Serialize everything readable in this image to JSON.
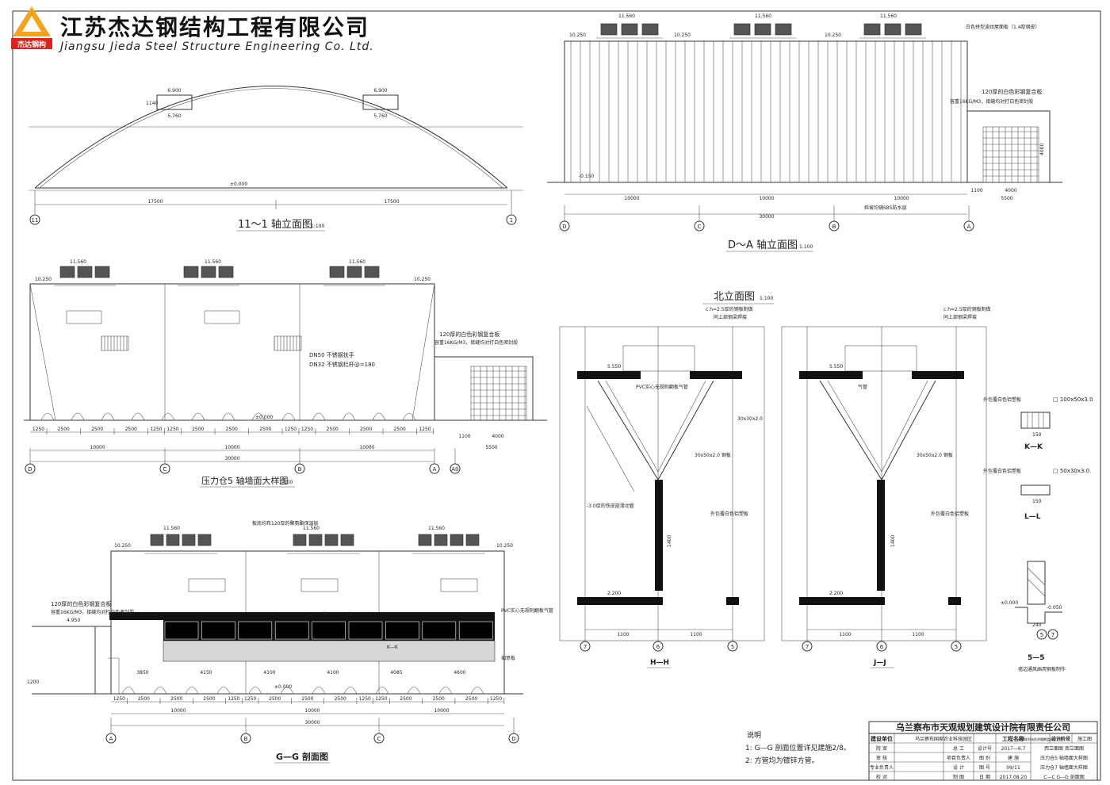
{
  "company": {
    "name_cn": "江苏杰达钢结构工程有限公司",
    "name_en": "Jiangsu Jieda Steel Structure Engineering Co. Ltd.",
    "logo_text": "杰达钢构"
  },
  "views": {
    "v1": {
      "title": "11～1 轴立面图",
      "scale": "1:100",
      "axis_left": "11",
      "axis_right": "1",
      "dims": [
        "17500",
        "17500"
      ],
      "elev": "±0.000",
      "win_top": "6.900",
      "win_bot": "5.760",
      "win_h": "1140"
    },
    "v2": {
      "title": "D～A 轴立面图",
      "scale": "1:100",
      "axes": [
        "D",
        "C",
        "B",
        "A"
      ],
      "dims": [
        "10000",
        "10000",
        "10000"
      ],
      "total": "30000",
      "elev_top": "11.560",
      "elev_mid": "10.250",
      "elev_low": "-0.150",
      "note1": "120厚的白色彩钢复合板",
      "note2": "容重16KG/M3，接缝均对打白色密封胶",
      "note3": "白色拼型波纹屋面板（1.4厚钢皮）",
      "note4": "斜坡均铺SBS防水层",
      "side": [
        "1100",
        "4000",
        "5500"
      ],
      "h4000": "4000"
    },
    "v3": {
      "title": "压力仓5 轴墙面大样图",
      "scale": "1:100",
      "axes": [
        "D",
        "C",
        "B",
        "A",
        "A0"
      ],
      "dims": [
        "10000",
        "10000",
        "10000"
      ],
      "total": "30000",
      "side": [
        "1100",
        "4000",
        "5500"
      ],
      "elev_top": "11.560",
      "elev_mid": "10.250",
      "elev_zero": "±0.000",
      "pipe1": "DN50 不锈钢扶手",
      "pipe2": "DN32 不锈钢栏杆@=180",
      "note1": "120厚的白色彩钢复合板",
      "note2": "容重16KG/M3，接缝均对打白色密封胶",
      "sub": [
        "1250",
        "2500",
        "2500",
        "2500",
        "1250"
      ]
    },
    "v4": {
      "title": "G—G 剖面图",
      "axes": [
        "A",
        "B",
        "C",
        "D"
      ],
      "dims": [
        "10000",
        "10000",
        "10000"
      ],
      "total": "30000",
      "elev_top": "11.560",
      "elev_mid": "10.250",
      "elev_zero": "±0.000",
      "note1": "120厚的白色彩钢复合板",
      "note2": "容重16KG/M3，接缝均对打白色密封胶",
      "note3": "板底均布120厚的聚氨酯保温层",
      "note4": "PVC实心无规则翻板气管",
      "note5": "如意板",
      "bay": [
        "3850",
        "4150",
        "4100",
        "4100",
        "4085",
        "4600"
      ],
      "lbl_M": "M",
      "lbl_J": "JI",
      "lbl_K": "K—K",
      "low": "1200",
      "elev_l": "4.950"
    },
    "hh": {
      "title": "H—H",
      "axes": [
        "7",
        "6",
        "5"
      ],
      "dims": [
        "1100",
        "1100"
      ],
      "note1": "c.h=2.5厚的钢板制做",
      "note2": "同上部钢梁焊接",
      "note3": "PVC实心无规则翻板气管",
      "note4": "30x30x2.0",
      "note5": "30x50x2.0 钢板",
      "note6": "-3.0厚的铁皮旋滑动管",
      "note7": "外包覆白色铝塑板",
      "elev": "2.200",
      "elev2": "5.550",
      "d1": "1400"
    },
    "jj": {
      "title": "J—J",
      "axes": [
        "7",
        "6",
        "5"
      ],
      "dims": [
        "1100",
        "1100"
      ],
      "note1": "c.h=2.5厚的钢板制做",
      "note2": "同上部钢梁焊接",
      "note3": "气管",
      "note4": "30x50x2.0 钢板",
      "note5": "外包覆白色铝塑板",
      "elev": "2.200",
      "elev2": "5.550",
      "d1": "1400"
    },
    "north": {
      "title": "北立面图",
      "scale": "1:100"
    },
    "kk": {
      "title": "K—K",
      "note": "外包覆白色铝塑板",
      "spec": "□ 100x50x3.0",
      "w": "150"
    },
    "ll": {
      "title": "L—L",
      "note": "外包覆白色铝塑板",
      "spec": "□ 50x30x3.0",
      "w": "150"
    },
    "s55": {
      "title": "5—5",
      "sub": "墙边通风画用钢板制作",
      "elev1": "±0.000",
      "elev2": "-0.050",
      "w": "240",
      "axes": [
        "5",
        "7"
      ]
    }
  },
  "notes": {
    "heading": "说明",
    "lines": [
      "1: G—G 剖面位置详见建施2/8。",
      "2: 方管均为镀锌方管。"
    ]
  },
  "titleblock": {
    "institute": "乌兰察布市天观规划建筑设计院有限责任公司",
    "client_label": "建设单位",
    "client": "乌兰察布国家农业科技园区",
    "project_label": "工程名称",
    "project": "猪粪堆积场防渗膜覆盖建设工程",
    "stage_label": "设计阶段",
    "stage": "施工图",
    "rows": [
      {
        "a": "院 审",
        "b": "",
        "c": "总 工",
        "d": "",
        "e": "设计号",
        "f": "2017—6.7"
      },
      {
        "a": "审 核",
        "b": "",
        "c": "项目负责人",
        "d": "",
        "e": "图 别",
        "f": "建 施"
      },
      {
        "a": "专业负责人",
        "b": "",
        "c": "设 计",
        "d": "",
        "e": "图 号",
        "f": "09/11"
      },
      {
        "a": "校 对",
        "b": "",
        "c": "制 图",
        "d": "",
        "e": "日 期",
        "f": "2017.08.20"
      }
    ],
    "drawing_names": [
      "西立面图 南立面图",
      "压力仓5 轴墙面大样图",
      "压力仓7 轴墙面大样图",
      "C—C G—G 剖面图"
    ]
  }
}
